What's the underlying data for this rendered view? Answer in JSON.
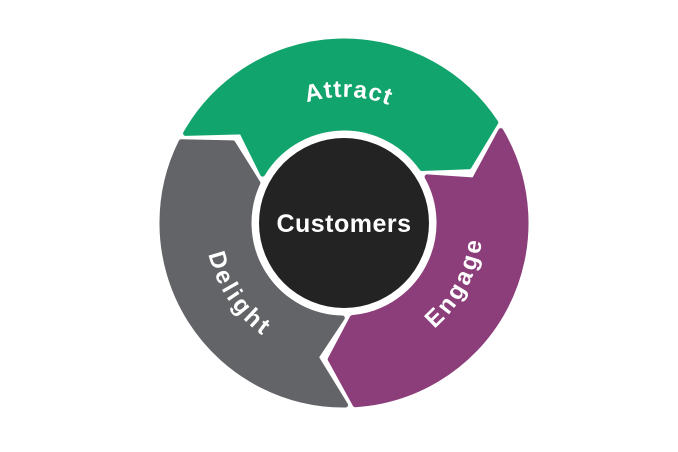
{
  "diagram": {
    "title": "flywheel",
    "background": "#ffffff",
    "seam_color": "#ffffff",
    "label_color": "#ffffff",
    "rotation": "clockwise",
    "core": {
      "label": "Customers",
      "color": "#232323",
      "text_color": "#ffffff"
    },
    "segments": [
      {
        "id": "attract",
        "label": "Attract",
        "color": "#11a46c"
      },
      {
        "id": "engage",
        "label": "Engage",
        "color": "#8c3e7a"
      },
      {
        "id": "delight",
        "label": "Delight",
        "color": "#636467"
      }
    ]
  }
}
